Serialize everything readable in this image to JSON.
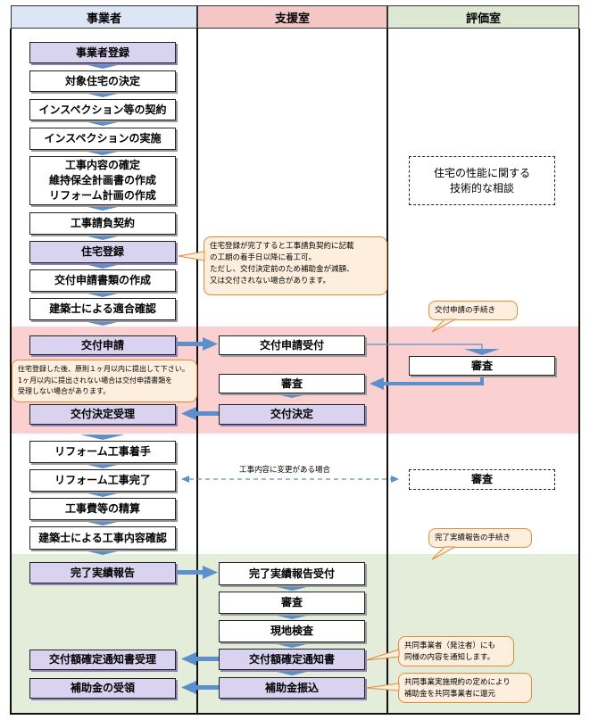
{
  "headers": {
    "contractor": "事業者",
    "support": "支援室",
    "evaluation": "評価室"
  },
  "contractor": {
    "register": "事業者登録",
    "target_house": "対象住宅の決定",
    "inspection_contract": "インスペクション等の契約",
    "inspection_do": "インスペクションの実施",
    "work_confirm_l1": "工事内容の確定",
    "work_confirm_l2": "維持保全計画書の作成",
    "work_confirm_l3": "リフォーム計画の作成",
    "construction_contract": "工事請負契約",
    "house_register": "住宅登録",
    "app_docs": "交付申請書類の作成",
    "architect_check": "建築士による適合確認",
    "grant_apply": "交付申請",
    "decision_receive": "交付決定受理",
    "reform_start": "リフォーム工事着手",
    "reform_complete": "リフォーム工事完了",
    "cost_settle": "工事費等の精算",
    "architect_work_check": "建築士による工事内容確認",
    "completion_report": "完了実績報告",
    "amount_notice_receive": "交付額確定通知書受理",
    "grant_receive": "補助金の受領"
  },
  "support": {
    "app_receive": "交付申請受付",
    "review": "審査",
    "decision": "交付決定",
    "change_note": "工事内容に変更がある場合",
    "report_receive": "完了実績報告受付",
    "review2": "審査",
    "site_inspect": "現地検査",
    "amount_notice": "交付額確定通知書",
    "grant_transfer": "補助金振込"
  },
  "evaluation": {
    "consult_l1": "住宅の性能に関する",
    "consult_l2": "技術的な相談",
    "callout_app": "交付申請の手続き",
    "review": "審査",
    "review_dotted": "審査",
    "callout_report": "完了実績報告の手続き"
  },
  "notes": {
    "house_reg_l1": "住宅登録が完了すると工事請負契約に記載",
    "house_reg_l2": "の工期の着手日以降に着工可。",
    "house_reg_l3": "ただし、交付決定前のため補助金が減額、",
    "house_reg_l4": "又は交付されない場合があります。",
    "apply_l1": "住宅登録した後、原則１ヶ月以内に提出して下さい。",
    "apply_l2": "1ヶ月以内に提出されない場合は交付申請書類を",
    "apply_l3": "受理しない場合があります。",
    "joint_l1": "共同事業者（発注者）にも",
    "joint_l2": "同様の内容を通知します。",
    "rule_l1": "共同事業実施規約の定めにより",
    "rule_l2": "補助金を共同事業者に還元"
  },
  "colors": {
    "header_blue": "#dce6f5",
    "header_pink": "#f5c6c6",
    "header_green": "#dce8d2",
    "band_pink": "#fbd0d0",
    "band_green": "#e3edd9",
    "box_purple": "#d9d3f0",
    "arrow_blue": "#5b8fce",
    "note_border": "#e08a3a",
    "note_fill": "#fdeedd"
  }
}
